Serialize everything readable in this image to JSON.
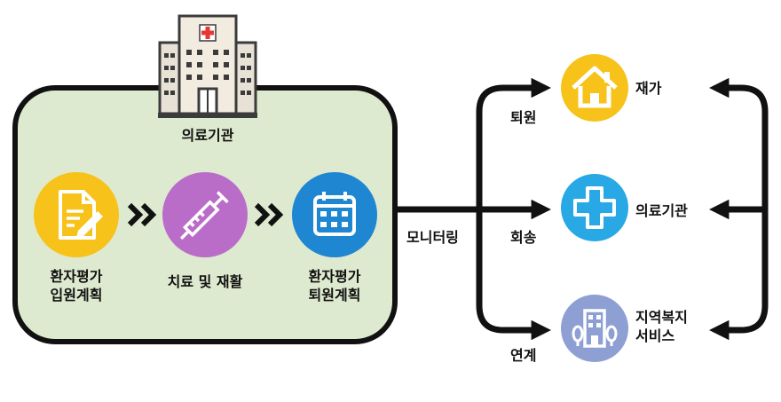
{
  "institution": {
    "label": "의료기관"
  },
  "steps": [
    {
      "label_line1": "환자평가",
      "label_line2": "입원계획",
      "color": "#f7c21a",
      "icon": "document-pen-icon"
    },
    {
      "label_line1": "치료 및 재활",
      "label_line2": "",
      "color": "#b96dc9",
      "icon": "syringe-icon"
    },
    {
      "label_line1": "환자평가",
      "label_line2": "퇴원계획",
      "color": "#1f86d2",
      "icon": "calendar-icon"
    }
  ],
  "monitoring": {
    "label": "모니터링"
  },
  "branches": [
    {
      "path_label": "퇴원",
      "dest_line1": "재가",
      "dest_line2": "",
      "color": "#f7c21a",
      "icon": "house-icon"
    },
    {
      "path_label": "회송",
      "dest_line1": "의료기관",
      "dest_line2": "",
      "color": "#29a8e6",
      "icon": "medical-cross-icon"
    },
    {
      "path_label": "연계",
      "dest_line1": "지역복지",
      "dest_line2": "서비스",
      "color": "#8e9fd4",
      "icon": "community-building-icon"
    }
  ],
  "colors": {
    "panel": "#deeacf",
    "outline": "#111111",
    "hospital_cross": "#e53935"
  }
}
